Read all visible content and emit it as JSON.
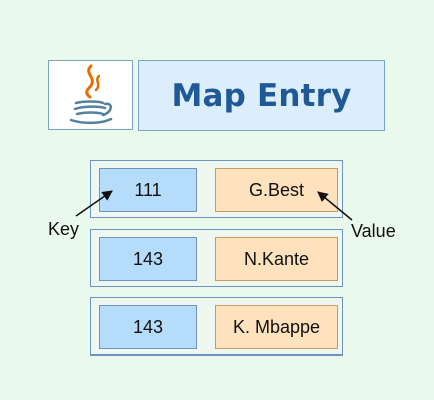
{
  "title": "Map Entry",
  "entries": [
    {
      "key": "111",
      "value": "G.Best"
    },
    {
      "key": "143",
      "value": "N.Kante"
    },
    {
      "key": "143",
      "value": "K. Mbappe"
    }
  ],
  "annotations": {
    "key_label": "Key",
    "value_label": "Value"
  },
  "logo": {
    "icon": "java-coffee-cup-icon"
  },
  "colors": {
    "background": "#e9f9ec",
    "title_text": "#1f5a96",
    "title_box": "#dceefb",
    "key_cell": "#b6dcfb",
    "value_cell": "#fde2bd",
    "border": "#6f93bf"
  }
}
